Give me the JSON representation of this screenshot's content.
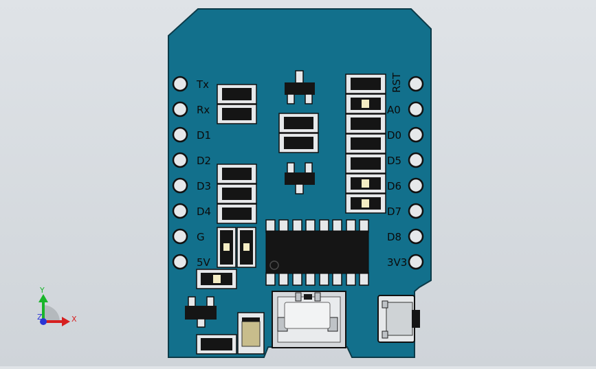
{
  "board": {
    "pins_left": [
      "Tx",
      "Rx",
      "D1",
      "D2",
      "D3",
      "D4",
      "G",
      "5V"
    ],
    "pins_right": [
      "RST",
      "A0",
      "D0",
      "D5",
      "D6",
      "D7",
      "D8",
      "3V3"
    ],
    "colors": {
      "pcb": "#12708c",
      "pcb_edge": "#0c3a48",
      "pad": "#e6e8ea",
      "component": "#151515",
      "led": "#f4edc4"
    }
  },
  "triad": {
    "x_label": "X",
    "y_label": "Y",
    "z_label": "Z",
    "x_color": "#d62020",
    "y_color": "#19b52a",
    "z_color": "#2a35d6"
  }
}
